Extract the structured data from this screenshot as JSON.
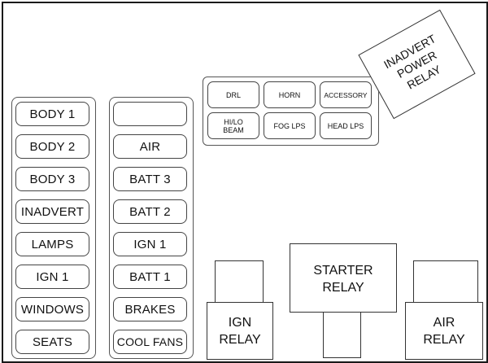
{
  "left_column": [
    "BODY 1",
    "BODY 2",
    "BODY 3",
    "INADVERT",
    "LAMPS",
    "IGN 1",
    "WINDOWS",
    "SEATS"
  ],
  "middle_column": [
    "",
    "AIR",
    "BATT 3",
    "BATT 2",
    "IGN 1",
    "BATT 1",
    "BRAKES",
    "COOL FANS"
  ],
  "mini_fuses": {
    "drl": "DRL",
    "horn": "HORN",
    "accessory": "ACCESSORY",
    "hilo_beam": "HI/LO\nBEAM",
    "fog_lps": "FOG LPS",
    "head_lps": "HEAD LPS"
  },
  "relays": {
    "inadvert_power": "INADVERT\nPOWER\nRELAY",
    "starter": "STARTER\nRELAY",
    "ign": "IGN\nRELAY",
    "air": "AIR\nRELAY"
  }
}
